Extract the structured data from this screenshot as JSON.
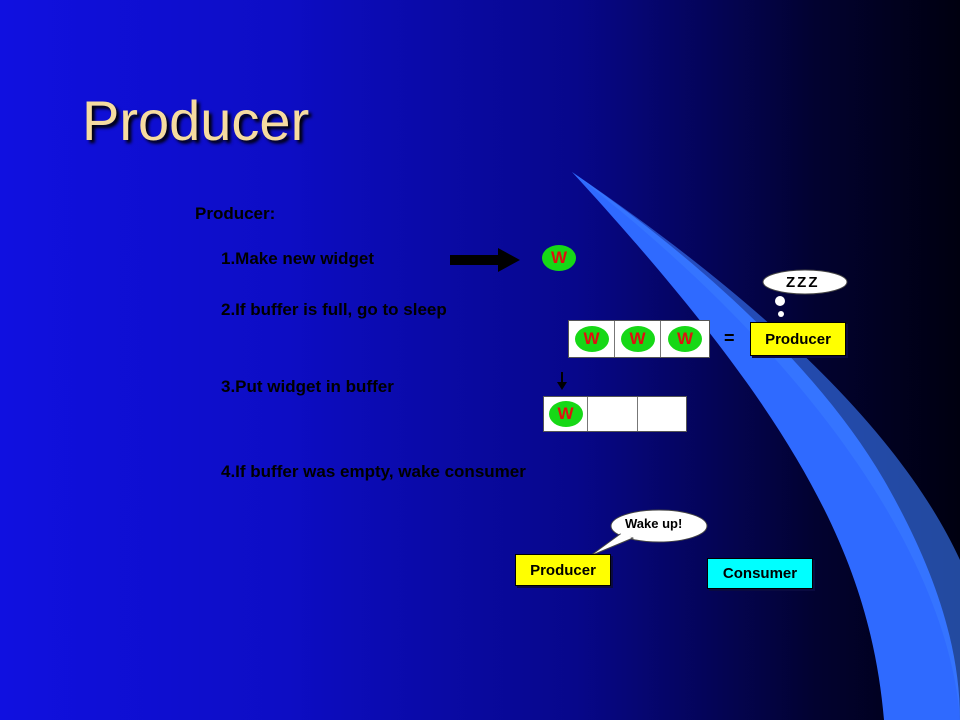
{
  "slide": {
    "title": "Producer",
    "subtitle": "Producer:",
    "steps": [
      "1.Make new widget",
      "2.If buffer is full, go to sleep",
      "3.Put widget in buffer",
      "4.If buffer was empty, wake consumer"
    ],
    "widget_letter": "W",
    "sleep_text": "ZZZ",
    "equals": "=",
    "wake_text": "Wake up!",
    "producer_label": "Producer",
    "consumer_label": "Consumer"
  },
  "colors": {
    "title": "#f6dca0",
    "label_yellow": "#ffff00",
    "label_cyan": "#00ffff",
    "widget_green": "#16d816",
    "widget_letter": "#e01010"
  }
}
